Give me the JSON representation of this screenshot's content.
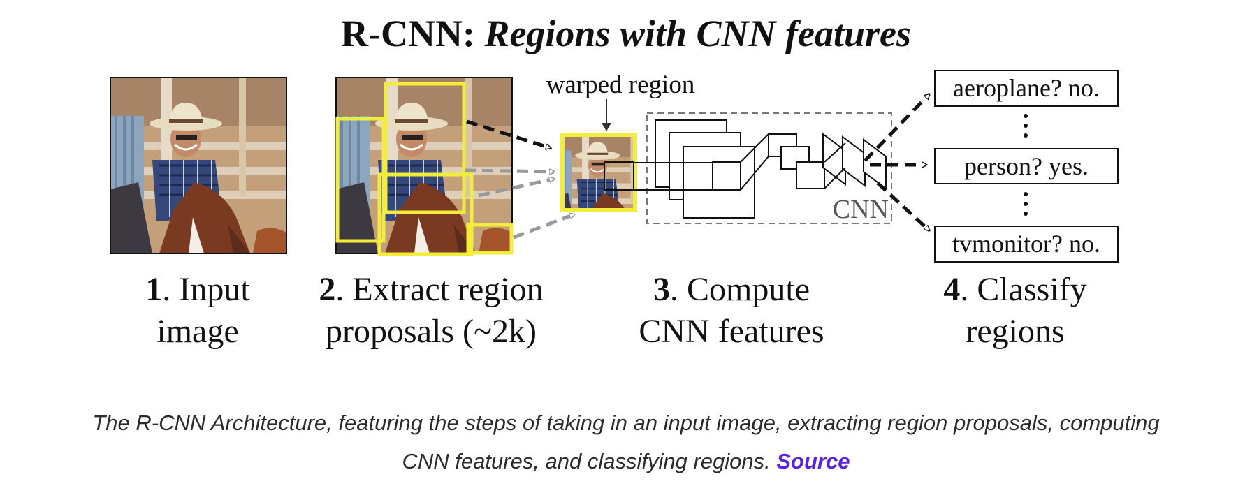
{
  "figure": {
    "title_prefix": "R-CNN: ",
    "title_rest": "Regions with CNN features",
    "warped_label": "warped region",
    "cnn_label": "CNN",
    "classes": [
      "aeroplane? no.",
      "person? yes.",
      "tvmonitor? no."
    ],
    "steps": [
      {
        "num": "1",
        "line1": ". Input",
        "line2": "image"
      },
      {
        "num": "2",
        "line1": ". Extract region",
        "line2": "proposals (~2k)"
      },
      {
        "num": "3",
        "line1": ". Compute",
        "line2": "CNN features"
      },
      {
        "num": "4",
        "line1": ". Classify",
        "line2": "regions"
      }
    ]
  },
  "caption": {
    "line1": "The R-CNN Architecture, featuring the steps of taking in an input image, extracting region proposals, computing",
    "line2": "CNN features, and classifying regions. ",
    "link": "Source"
  },
  "colors": {
    "proposal_box": "#f2ec3a",
    "link": "#5a21e6"
  }
}
